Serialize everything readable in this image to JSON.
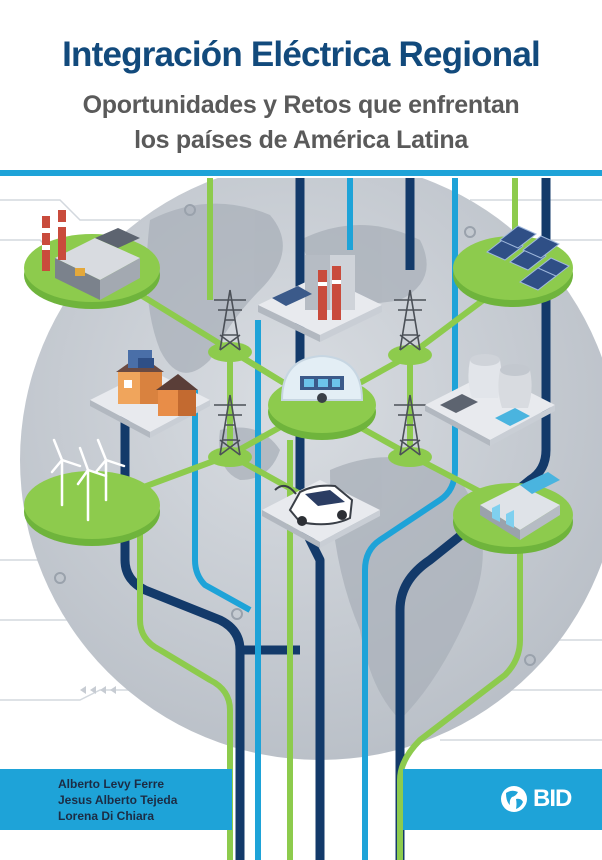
{
  "cover": {
    "title": "Integración Eléctrica Regional",
    "subtitle_lines": [
      "Oportunidades y Retos que enfrentan",
      "los países de América Latina"
    ],
    "authors": [
      "Alberto Levy Ferre",
      "Jesus Alberto Tejeda",
      "Lorena Di Chiara"
    ],
    "publisher_logo": "BID"
  },
  "colors": {
    "title": "#124a7c",
    "subtitle": "#5a5a5a",
    "accent_blue": "#1ea3d8",
    "dark_navy": "#133a6a",
    "green": "#8dcb4d",
    "globe": "#c9ced5"
  },
  "icons": [
    "factory-icon",
    "power-plant-icon",
    "solar-panels-icon",
    "transmission-tower-icon",
    "houses-icon",
    "control-center-icon",
    "nuclear-plant-icon",
    "wind-turbines-icon",
    "electric-car-icon",
    "hydro-dam-icon",
    "bid-globe-icon"
  ]
}
